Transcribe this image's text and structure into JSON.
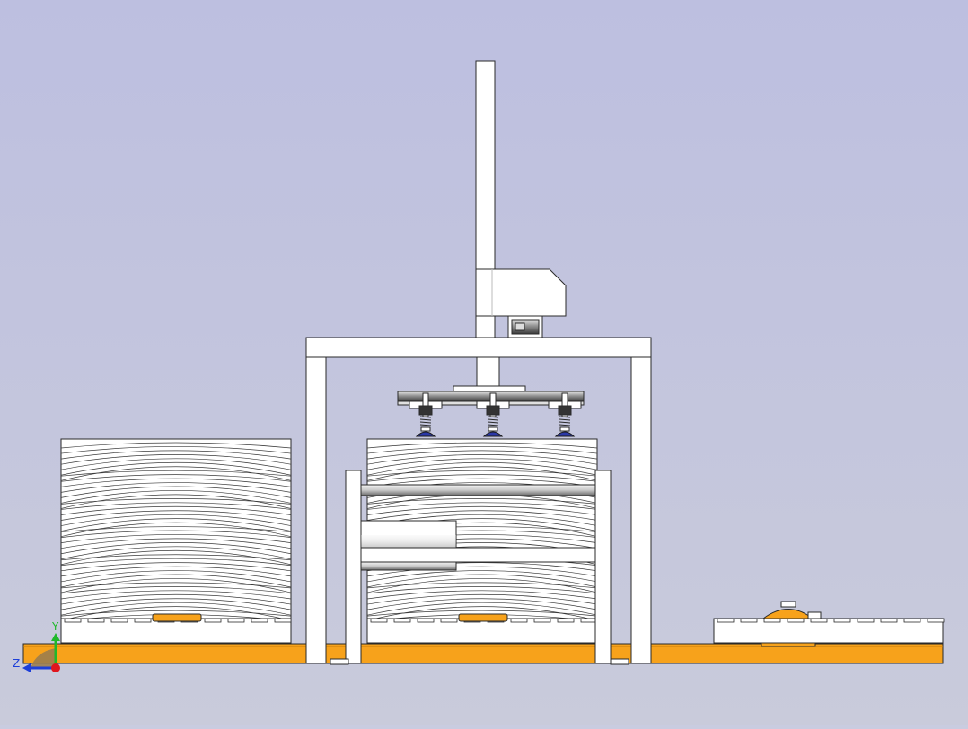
{
  "scene": {
    "background_top": "#bdbfe0",
    "background_bottom": "#c8cadb",
    "accent_orange": "#f7a21b",
    "frame_white": "#ffffff",
    "outline": "#2a2a2a"
  },
  "triad": {
    "axis_y_label": "Y",
    "axis_z_label": "Z",
    "y_color": "#1fb82a",
    "z_color": "#1d3fd9",
    "origin_color": "#e0161e"
  },
  "components": {
    "left_stack": "material-stack",
    "center_stack": "material-stack",
    "right_pallet": "empty-pallet",
    "gantry": "gantry-frame",
    "vertical_column": "lift-column",
    "gripper": "vacuum-gripper"
  }
}
